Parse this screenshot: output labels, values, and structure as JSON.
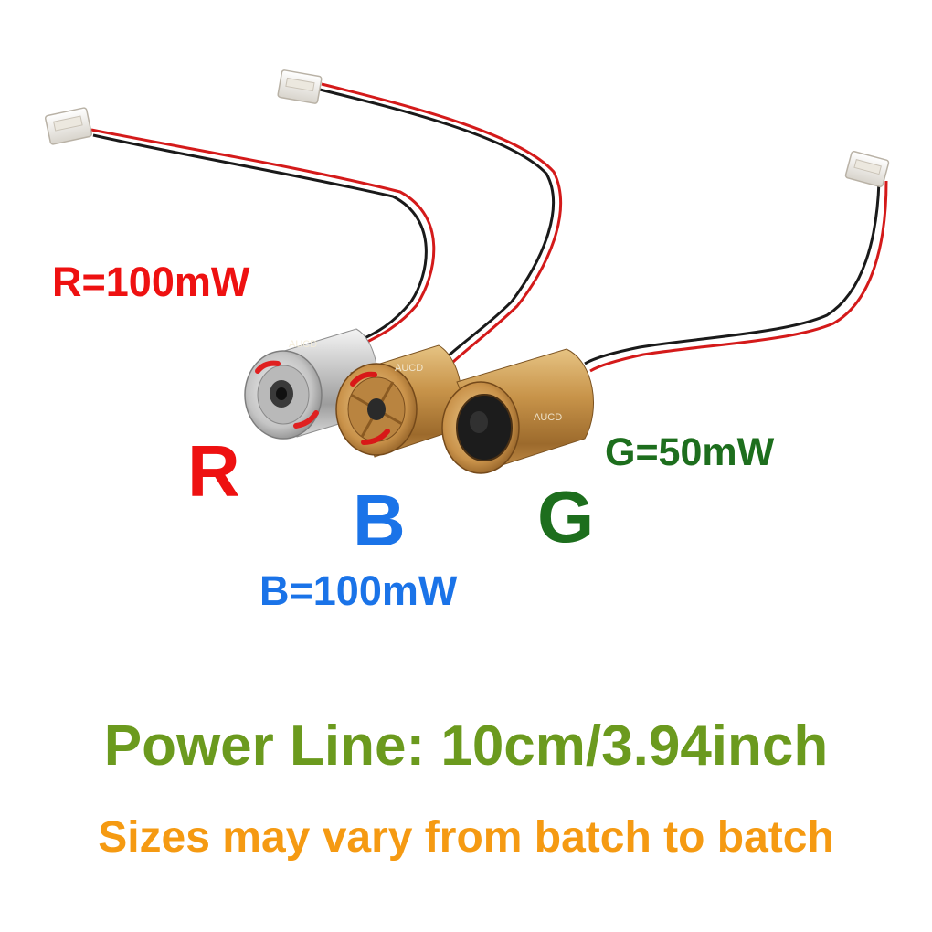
{
  "labels": {
    "red_power": "R=100mW",
    "red_letter": "R",
    "blue_letter": "B",
    "blue_power": "B=100mW",
    "green_letter": "G",
    "green_power": "G=50mW"
  },
  "footer": {
    "power_line": "Power Line: 10cm/3.94inch",
    "sizes_note": "Sizes may vary from batch to batch"
  },
  "watermark": "AUCD",
  "colors": {
    "red": "#ee1111",
    "blue": "#1a73e8",
    "green": "#1d6e1d",
    "power_line": "#6b9a1e",
    "sizes_note": "#f59a12"
  }
}
